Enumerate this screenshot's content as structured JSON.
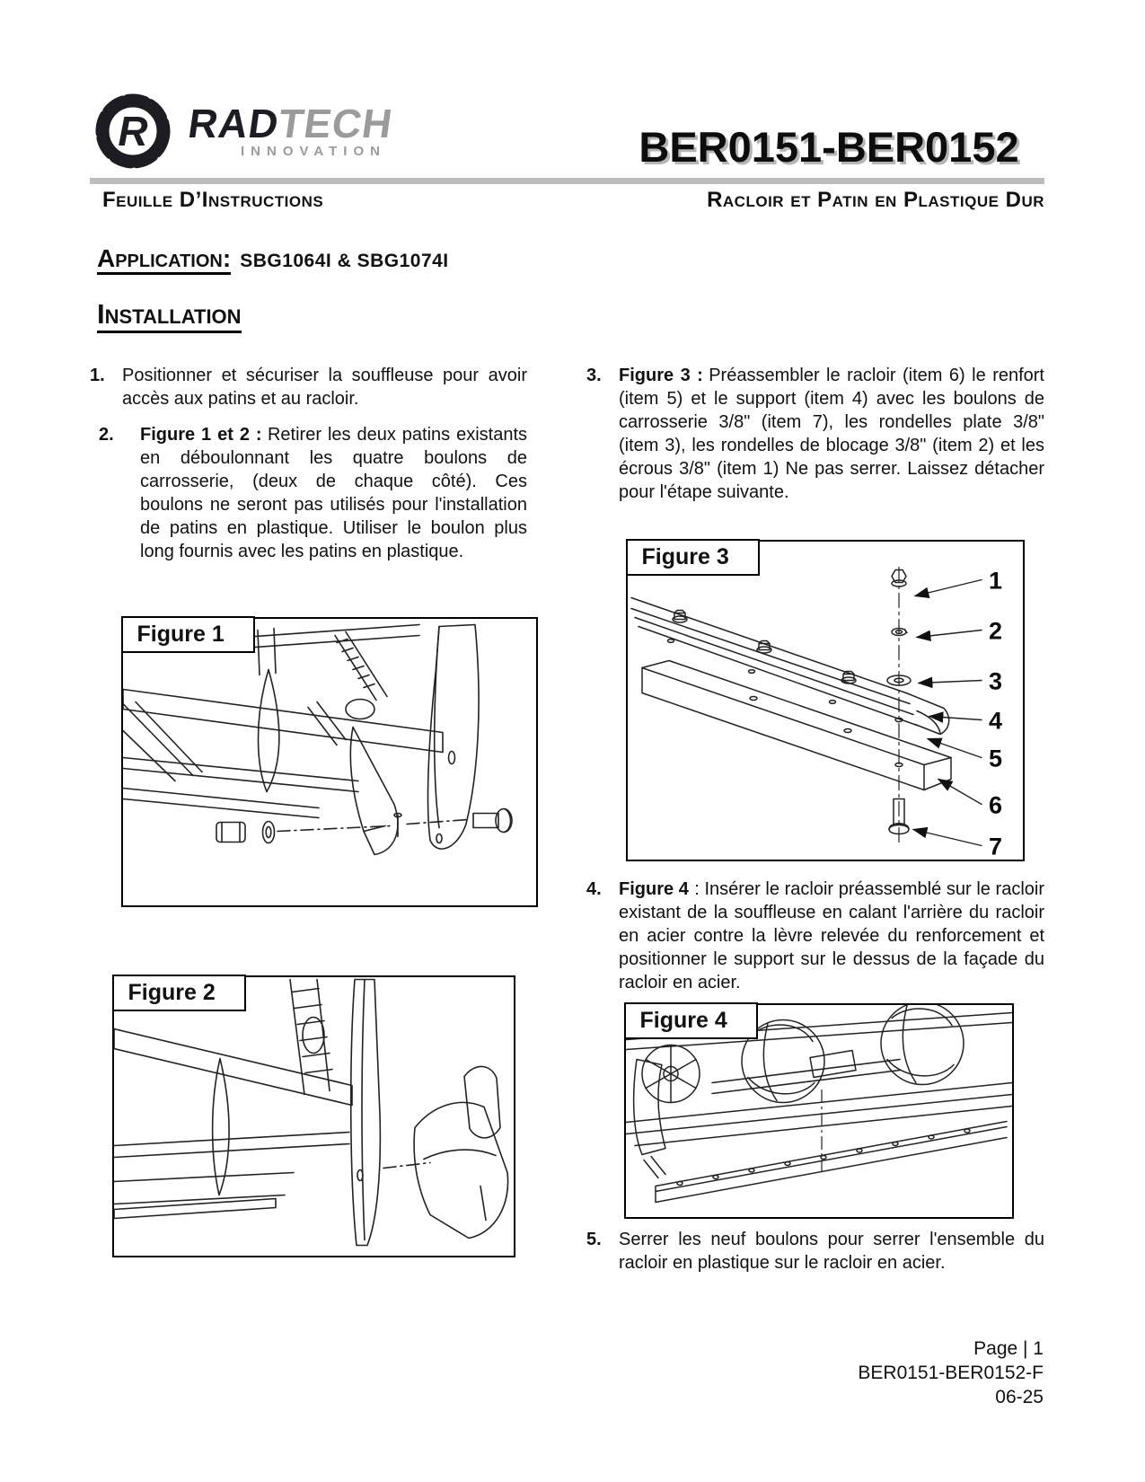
{
  "header": {
    "logo": {
      "badge_letter": "R",
      "brand_primary": "RAD",
      "brand_secondary": "TECH",
      "tagline": "INNOVATION"
    },
    "doc_number": "BER0151-BER0152",
    "sheet_type": "Feuille D’Instructions",
    "product_title": "Racloir et Patin en Plastique Dur"
  },
  "application": {
    "label": "Application:",
    "value": "SBG1064I & SBG1074I"
  },
  "installation": {
    "label": "Installation"
  },
  "steps": [
    {
      "num": "1.",
      "lead": "",
      "text": "Positionner et sécuriser la souffleuse pour avoir accès aux patins et au racloir."
    },
    {
      "num": "2.",
      "lead": "Figure 1 et 2 :",
      "text": "Retirer les deux patins existants en déboulonnant les quatre boulons de carrosserie, (deux de chaque côté). Ces boulons ne seront pas utilisés pour l'installation de patins en plastique. Utiliser le boulon plus long fournis avec les patins en plastique."
    },
    {
      "num": "3.",
      "lead": "Figure 3 :",
      "text": "Préassembler le racloir (item 6) le renfort (item 5) et le support (item 4) avec les boulons de carrosserie 3/8\" (item 7), les rondelles plate 3/8\" (item 3), les rondelles de blocage 3/8\" (item 2) et les écrous 3/8\" (item 1) Ne pas serrer. Laissez détacher pour l'étape suivante."
    },
    {
      "num": "4.",
      "lead": "Figure 4",
      "text": ": Insérer le racloir préassemblé sur le racloir existant de la souffleuse en calant l'arrière du racloir en acier contre la lèvre relevée du renforcement et positionner le support sur le dessus de la façade du racloir en acier."
    },
    {
      "num": "5.",
      "lead": "",
      "text": "Serrer les neuf boulons pour serrer l'ensemble du racloir en plastique sur le racloir en acier."
    }
  ],
  "figures": {
    "fig1": {
      "label": "Figure 1"
    },
    "fig2": {
      "label": "Figure 2"
    },
    "fig3": {
      "label": "Figure 3",
      "callouts": [
        "1",
        "2",
        "3",
        "4",
        "5",
        "6",
        "7"
      ]
    },
    "fig4": {
      "label": "Figure 4"
    }
  },
  "footer": {
    "page": "Page | 1",
    "doc_ref": "BER0151-BER0152-F",
    "date": "06-25"
  },
  "colors": {
    "text": "#111111",
    "logo_gray": "#9b9b9b",
    "divider_gray": "#bdbdbd",
    "title_shadow": "#b5b5b5"
  }
}
